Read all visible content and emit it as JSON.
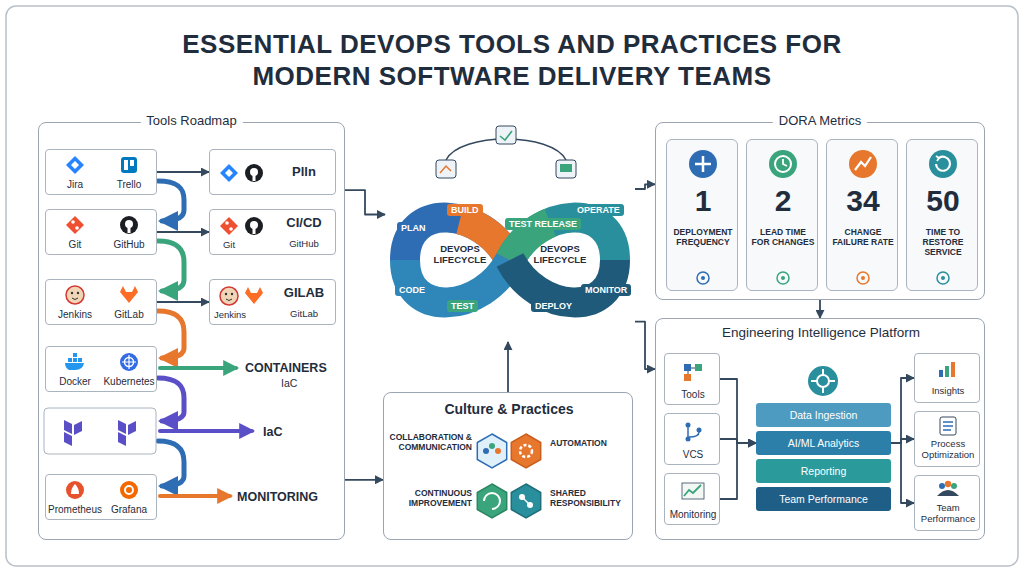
{
  "diagram": {
    "title": "ESSENTIAL DEVOPS TOOLS AND PRACTICES FOR MODERN SOFTWARE DELIVERY TEAMS",
    "nodes": [
      {
        "text": [
          "Tools Roadmap",
          "CONTAINERS",
          "IaC",
          "IaC",
          "MONITORING"
        ]
      },
      {
        "text": [
          "Jira",
          "Trello"
        ],
        "in": 0
      },
      {
        "text": [
          "Plln"
        ],
        "in": 0
      },
      {
        "text": [
          "Git",
          "GitHub"
        ],
        "in": 0
      },
      {
        "text": [
          "CI/CD",
          "Git",
          "GitHub"
        ],
        "in": 0
      },
      {
        "text": [
          "Jenkins",
          "GitLab"
        ],
        "in": 0
      },
      {
        "text": [
          "GILAB",
          "Jenkins",
          "GitLab"
        ],
        "in": 0
      },
      {
        "text": [
          "Docker",
          "Kubernetes"
        ],
        "in": 0
      },
      {
        "text": [
          "Prometheus",
          "Grafana"
        ],
        "in": 0
      },
      {
        "text": [
          "PLAN",
          "BUILD",
          "TEST RELEASE",
          "OPERATE",
          "DEVOPS LIFECYCLE",
          "DEVOPS LIFECYCLE",
          "CODE",
          "TEST",
          "DEPLOY",
          "MONITOR"
        ]
      },
      {
        "text": [
          "Culture & Practices",
          "COLLABORATION & COMMUNICATION",
          "AUTOMATION",
          "CONTINUOUS IMPROVEMENT",
          "SHARED RESPONSIBILITY"
        ]
      },
      {
        "text": [
          "DORA Metrics"
        ]
      },
      {
        "text": [
          "1",
          "DEPLOYMENT FREQUENCY"
        ],
        "in": 11
      },
      {
        "text": [
          "2",
          "LEAD TIME FOR CHANGES"
        ],
        "in": 11
      },
      {
        "text": [
          "34",
          "CHANGE FAILURE RATE"
        ],
        "in": 11
      },
      {
        "text": [
          "50",
          "TIME TO RESTORE SERVICE"
        ],
        "in": 11
      },
      {
        "text": [
          "Engineering Intelligence Platform"
        ]
      },
      {
        "text": [
          "Tools"
        ],
        "in": 16
      },
      {
        "text": [
          "VCS"
        ],
        "in": 16
      },
      {
        "text": [
          "Monitoring"
        ],
        "in": 16
      },
      {
        "text": [
          "Data Ingestion"
        ],
        "in": 16
      },
      {
        "text": [
          "AI/ML Analytics"
        ],
        "in": 16
      },
      {
        "text": [
          "Reporting"
        ],
        "in": 16
      },
      {
        "text": [
          "Team Performance"
        ],
        "in": 16
      },
      {
        "text": [
          "Insights"
        ],
        "in": 16
      },
      {
        "text": [
          "Process Optimization"
        ],
        "in": 16
      },
      {
        "text": [
          "Team Performance"
        ],
        "in": 16
      }
    ],
    "edges": [
      {
        "from": 1,
        "to": 2,
        "arrow": "to"
      },
      {
        "from": 3,
        "to": 4,
        "arrow": "to"
      },
      {
        "from": 5,
        "to": 6,
        "arrow": "to"
      },
      {
        "from": 0,
        "to": 9,
        "arrow": "to"
      },
      {
        "from": 0,
        "to": 10,
        "arrow": "to"
      },
      {
        "from": 10,
        "to": 9,
        "arrow": "to"
      },
      {
        "from": 9,
        "to": 11,
        "arrow": "to"
      },
      {
        "from": 9,
        "to": 16,
        "arrow": "to"
      },
      {
        "from": 11,
        "to": 16,
        "arrow": "to"
      },
      {
        "from": 17,
        "to": 21,
        "arrow": "to"
      },
      {
        "from": 18,
        "to": 21,
        "arrow": "to"
      },
      {
        "from": 19,
        "to": 21,
        "arrow": "to"
      },
      {
        "from": 21,
        "to": 24,
        "arrow": "to"
      },
      {
        "from": 21,
        "to": 25,
        "arrow": "to"
      },
      {
        "from": 21,
        "to": 26,
        "arrow": "to"
      }
    ]
  }
}
